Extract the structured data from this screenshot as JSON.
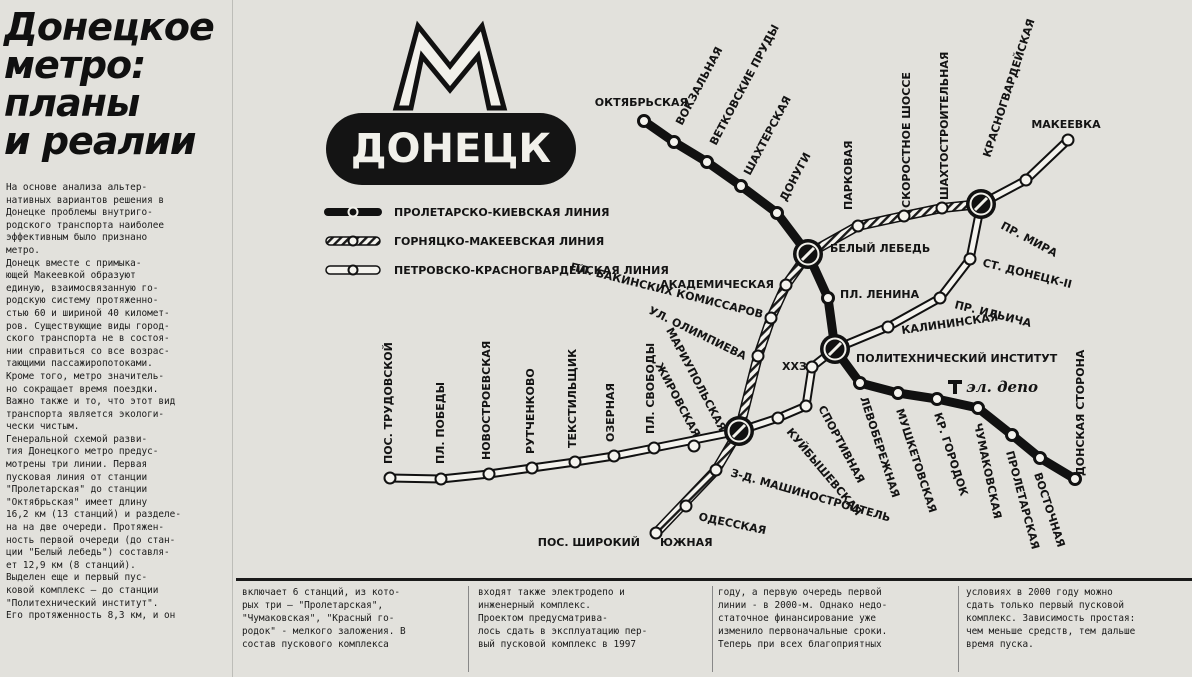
{
  "article": {
    "headline": [
      "Донецкое",
      "метро:",
      "планы",
      "и реалии"
    ],
    "lead": "На основе анализа альтер-\nнативных вариантов решения в\nДонецке проблемы внутриго-\nродского транспорта наиболее\nэффективным было признано\nметро.\n   Донецк вместе с примыка-\nющей Макеевкой образуют\nединую, взаимосвязанную го-\nродскую систему протяженно-\nстью 60 и шириной 40 километ-\nров. Существующие виды город-\nского транспорта не в состоя-\nнии справиться со все возрас-\nтающими пассажиропотоками.\nКроме того, метро значитель-\nно сокращает время поездки.\nВажно также и то, что этот вид\nтранспорта является экологи-\nчески чистым.\n   Генеральной схемой разви-\nтия Донецкого метро предус-\nмотрены три линии. Первая\nпусковая линия от станции\n\"Пролетарская\" до станции\n\"Октябрьская\" имеет длину\n16,2 км (13 станций) и разделе-\nна на две очереди. Протяжен-\nность первой очереди (до стан-\nции \"Белый лебедь\") составля-\nет 12,9 км (8 станций).\n   Выделен еще и первый пус-\nковой комплекс — до станции\n\"Политехнический институт\".\nЕго протяженность 8,3 км, и он",
    "columns": [
      "включает 6 станций, из кото-\nрых три — \"Пролетарская\",\n\"Чумаковская\", \"Красный го-\nродок\" - мелкого заложения. В\nсостав пускового комплекса",
      "входят также электродепо и\nинженерный комплекс.\n   Проектом предусматрива-\nлось сдать в эксплуатацию пер-\nвый пусковой комплекс в 1997",
      "году, а первую очередь первой\nлинии - в 2000-м. Однако недо-\nстаточное финансирование уже\nизменило первоначальные сроки.\nТеперь при всех благоприятных",
      "условиях в 2000 году можно\nсдать только первый пусковой\nкомплекс. Зависимость простая:\nчем меньше средств, тем дальше\nвремя пуска."
    ]
  },
  "map": {
    "logo_letter": "M",
    "city": "ДОНЕЦК",
    "depot": "эл. депо",
    "legend": [
      {
        "label": "ПРОЛЕТАРСКО-КИЕВСКАЯ ЛИНИЯ",
        "style": "solid"
      },
      {
        "label": "ГОРНЯЦКО-МАКЕЕВСКАЯ ЛИНИЯ",
        "style": "hatched"
      },
      {
        "label": "ПЕТРОВСКО-КРАСНОГВАРДЕЙСКАЯ ЛИНИЯ",
        "style": "outline"
      }
    ],
    "stations": [
      {
        "name": "ОКТЯБРЬСКАЯ"
      },
      {
        "name": "ВОКЗАЛЬНАЯ"
      },
      {
        "name": "ВЕТКОВСКИЕ ПРУДЫ"
      },
      {
        "name": "ШАХТЕРСКАЯ"
      },
      {
        "name": "ДОНУГИ"
      },
      {
        "name": "БЕЛЫЙ ЛЕБЕДЬ"
      },
      {
        "name": "ПЛ. ЛЕНИНА"
      },
      {
        "name": "ПОЛИТЕХНИЧЕСКИЙ ИНСТИТУТ"
      },
      {
        "name": "ЛЕВОБЕРЕЖНАЯ"
      },
      {
        "name": "МУШКЕТОВСКАЯ"
      },
      {
        "name": "КР. ГОРОДОК"
      },
      {
        "name": "ЧУМАКОВСКАЯ"
      },
      {
        "name": "ПРОЛЕТАРСКАЯ"
      },
      {
        "name": "ВОСТОЧНАЯ"
      },
      {
        "name": "ДОНСКАЯ СТОРОНА"
      },
      {
        "name": "ПАРКОВАЯ"
      },
      {
        "name": "СКОРОСТНОЕ ШОССЕ"
      },
      {
        "name": "ШАХТОСТРОИТЕЛЬНАЯ"
      },
      {
        "name": "КРАСНОГВАРДЕЙСКАЯ"
      },
      {
        "name": "МАКЕЕВКА"
      },
      {
        "name": "ПР. МИРА"
      },
      {
        "name": "СТ. ДОНЕЦК-II"
      },
      {
        "name": "ПР. ИЛЬИЧА"
      },
      {
        "name": "КАЛИНИНСКАЯ"
      },
      {
        "name": "АКАДЕМИЧЕСКАЯ"
      },
      {
        "name": "ПЛ. БАКИНСКИХ КОМИССАРОВ"
      },
      {
        "name": "УЛ. ОЛИМПИЕВА"
      },
      {
        "name": "ХХЗ"
      },
      {
        "name": "МАРИУПОЛЬСКАЯ"
      },
      {
        "name": "ЖИРОВСКАЯ"
      },
      {
        "name": "СПОРТИВНАЯ"
      },
      {
        "name": "КУЙБЫШЕВСКАЯ"
      },
      {
        "name": "З-Д. МАШИНОСТРОИТЕЛЬ"
      },
      {
        "name": "ОДЕССКАЯ"
      },
      {
        "name": "ЮЖНАЯ"
      },
      {
        "name": "ПОС. ШИРОКИЙ"
      },
      {
        "name": "ПОС. ТРУДОВСКОЙ"
      },
      {
        "name": "ПЛ. ПОБЕДЫ"
      },
      {
        "name": "НОВОСТРОЕВСКАЯ"
      },
      {
        "name": "РУТЧЕНКОВО"
      },
      {
        "name": "ТЕКСТИЛЬЩИК"
      },
      {
        "name": "ОЗЕРНАЯ"
      },
      {
        "name": "ПЛ. СВОБОДЫ"
      }
    ]
  }
}
